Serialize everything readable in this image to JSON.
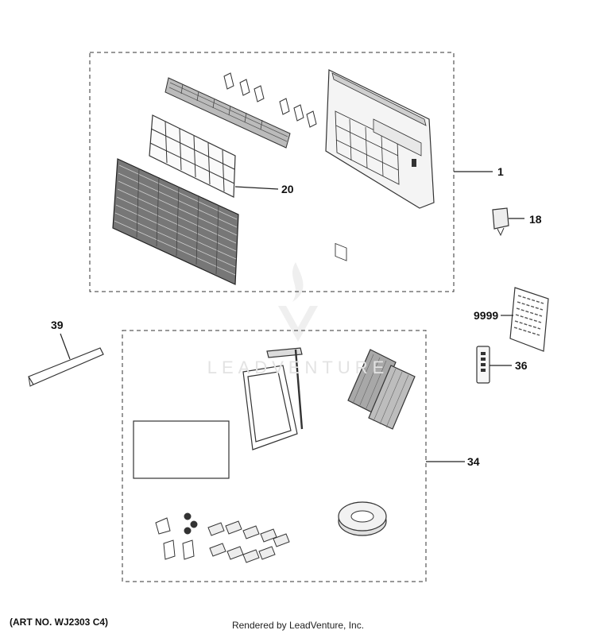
{
  "callouts": {
    "c1": "1",
    "c18": "18",
    "c20": "20",
    "c34": "34",
    "c36": "36",
    "c39": "39",
    "c9999": "9999"
  },
  "footer": {
    "art_no": "(ART NO. WJ2303 C4)",
    "rendered_by": "Rendered by LeadVenture, Inc."
  },
  "watermark": "LEADVENTURE",
  "colors": {
    "line": "#333333",
    "fill_dark": "#555555",
    "fill_mid": "#9a9a9a",
    "fill_light": "#dcdcdc"
  }
}
